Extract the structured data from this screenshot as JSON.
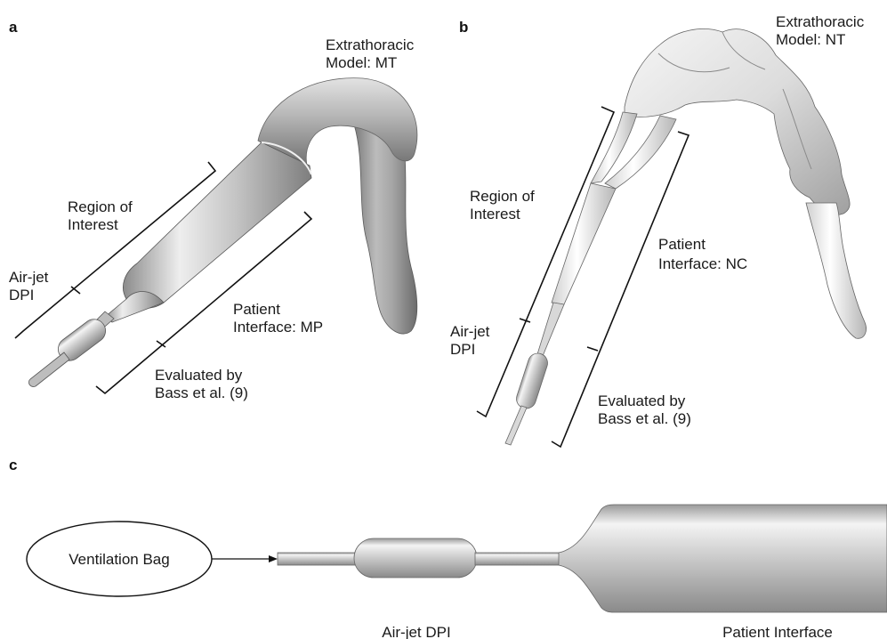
{
  "panels": {
    "a": {
      "letter": "a",
      "extrathoracic": [
        "Extrathoracic",
        "Model: MT"
      ],
      "region": [
        "Region of",
        "Interest"
      ],
      "airjet": [
        "Air-jet",
        "DPI"
      ],
      "patient": [
        "Patient",
        "Interface: MP"
      ],
      "evaluated": [
        "Evaluated by",
        "Bass et al. (9)"
      ]
    },
    "b": {
      "letter": "b",
      "extrathoracic": [
        "Extrathoracic",
        "Model: NT"
      ],
      "region": [
        "Region of",
        "Interest"
      ],
      "airjet": [
        "Air-jet",
        "DPI"
      ],
      "patient": [
        "Patient",
        "Interface: NC"
      ],
      "evaluated": [
        "Evaluated by",
        "Bass et al. (9)"
      ]
    },
    "c": {
      "letter": "c",
      "ventilation_bag": "Ventilation Bag",
      "airjet_dpi": "Air-jet DPI",
      "patient_interface": "Patient Interface"
    }
  },
  "colors": {
    "ink": "#111111",
    "surface_light": "#f2f2f2",
    "surface_mid": "#bdbdbd",
    "surface_dark": "#7a7a7a"
  }
}
